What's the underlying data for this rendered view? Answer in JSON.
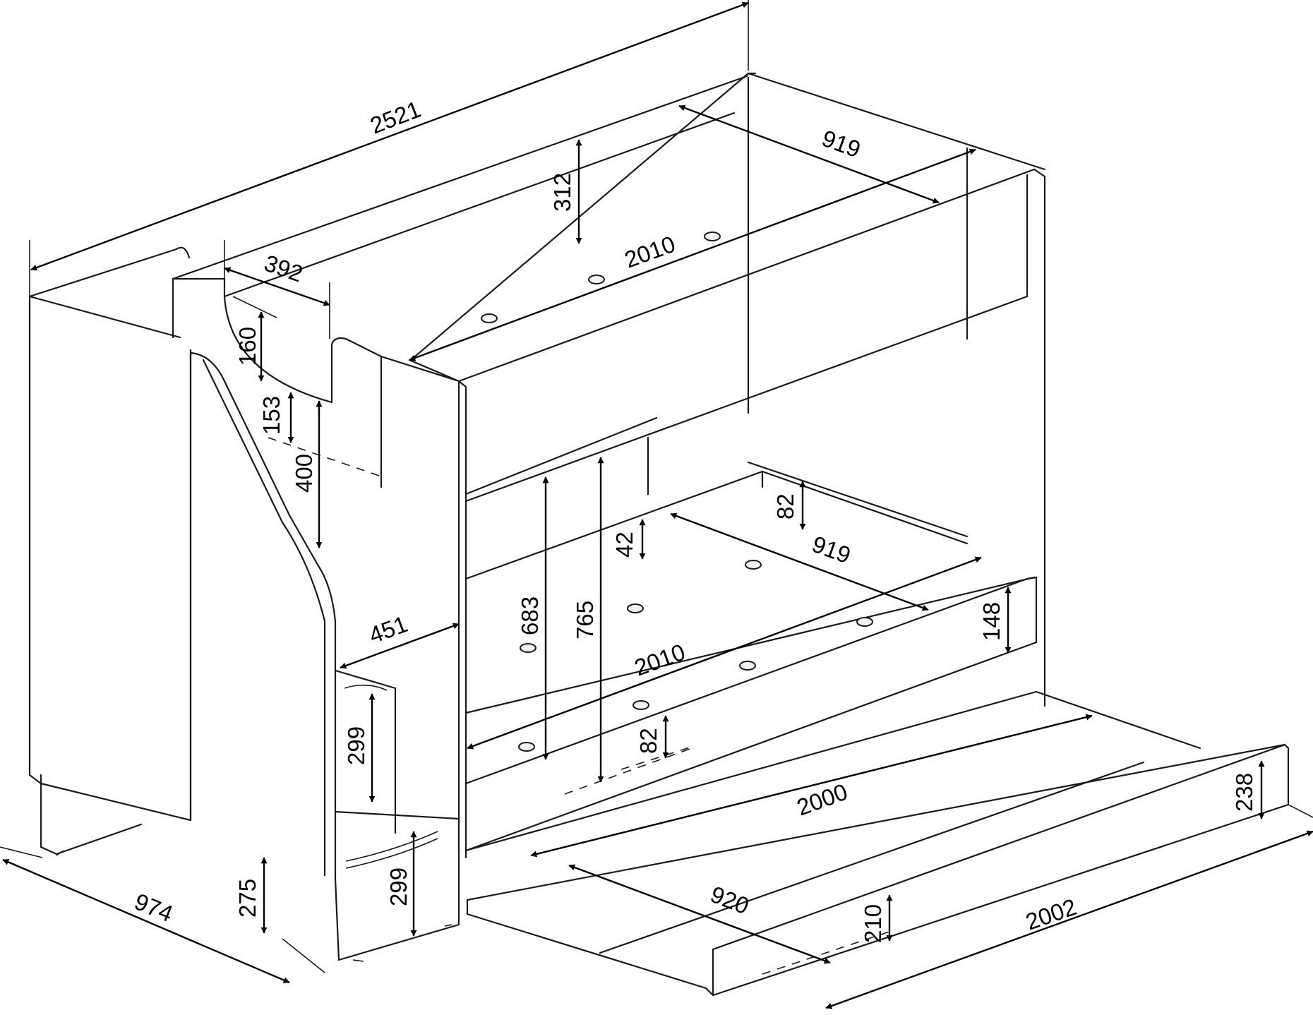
{
  "labels": {
    "d2521": "2521",
    "d919_top": "919",
    "d312": "312",
    "d2010_top": "2010",
    "d392": "392",
    "d160": "160",
    "d153": "153",
    "d400": "400",
    "d82_upper": "82",
    "d42": "42",
    "d919_mid": "919",
    "d683": "683",
    "d765": "765",
    "d451": "451",
    "d148": "148",
    "d2010_mid": "2010",
    "d299_upper": "299",
    "d82_lower": "82",
    "d2000": "2000",
    "d238": "238",
    "d299_lower": "299",
    "d275": "275",
    "d974": "974",
    "d920": "920",
    "d210": "210",
    "d2002": "2002"
  }
}
